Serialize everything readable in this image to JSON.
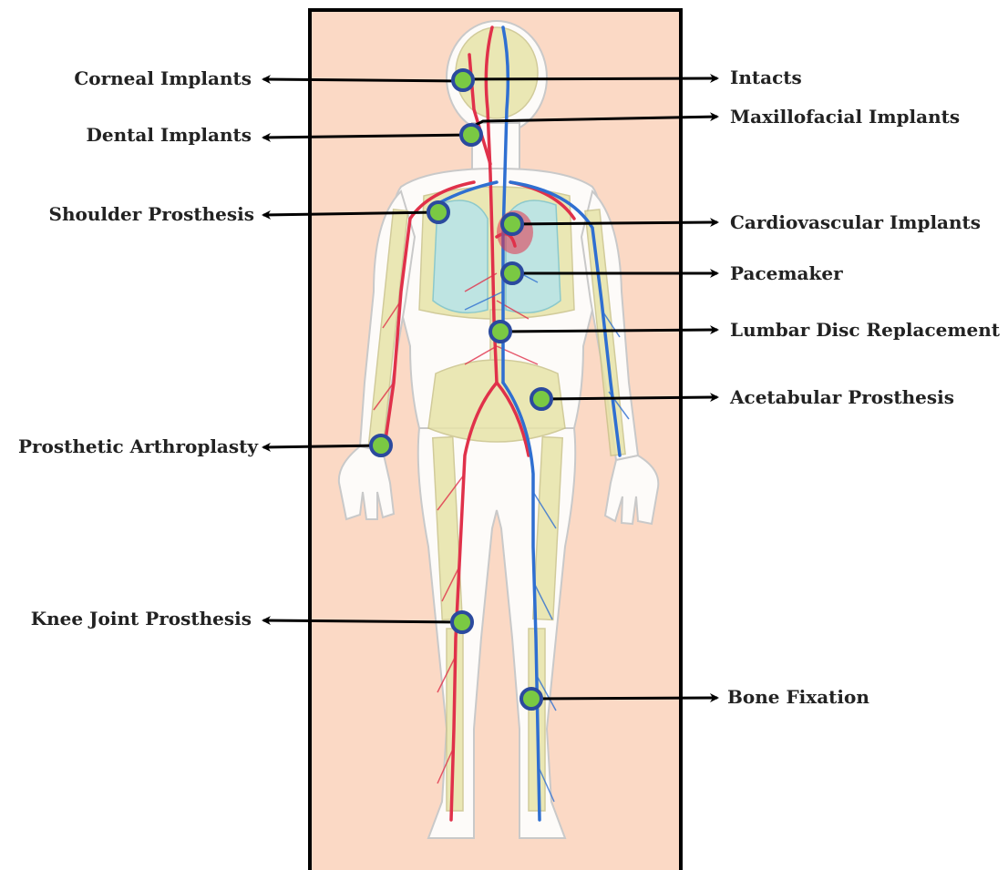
{
  "colors": {
    "panel_background": "#fbd9c5",
    "panel_border": "#000000",
    "marker_fill": "#7ac943",
    "marker_stroke": "#2b4a9e",
    "artery": "#e0314a",
    "vein": "#2f6fd1",
    "skeleton": "#e7e3a8",
    "lung": "#b7e3ea",
    "skin_outline": "#c9c9c9"
  },
  "figure": {
    "description_icon": "human-body-circulatory-icon"
  },
  "labels": [
    {
      "id": "corneal-implants",
      "text": "Corneal Implants",
      "side": "left"
    },
    {
      "id": "dental-implants",
      "text": "Dental Implants",
      "side": "left"
    },
    {
      "id": "shoulder-prosthesis",
      "text": "Shoulder Prosthesis",
      "side": "left"
    },
    {
      "id": "prosthetic-arthroplasty",
      "text": "Prosthetic Arthroplasty",
      "side": "left"
    },
    {
      "id": "knee-joint-prosthesis",
      "text": "Knee Joint Prosthesis",
      "side": "left"
    },
    {
      "id": "intacts",
      "text": "Intacts",
      "side": "right"
    },
    {
      "id": "maxillofacial-implants",
      "text": "Maxillofacial Implants",
      "side": "right"
    },
    {
      "id": "cardiovascular-implants",
      "text": "Cardiovascular Implants",
      "side": "right"
    },
    {
      "id": "pacemaker",
      "text": "Pacemaker",
      "side": "right"
    },
    {
      "id": "lumbar-disc-replacement",
      "text": "Lumbar Disc Replacement",
      "side": "right"
    },
    {
      "id": "acetabular-prosthesis",
      "text": "Acetabular Prosthesis",
      "side": "right"
    },
    {
      "id": "bone-fixation",
      "text": "Bone Fixation",
      "side": "right"
    }
  ]
}
